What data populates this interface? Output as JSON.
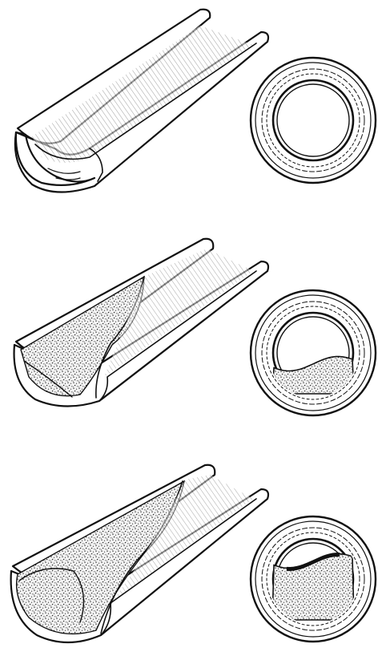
{
  "figure": {
    "kind": "line-illustration",
    "panels": [
      {
        "id": "stage-1",
        "plaque_fraction": 0.0
      },
      {
        "id": "stage-2",
        "plaque_fraction": 0.35
      },
      {
        "id": "stage-3",
        "plaque_fraction": 0.75
      }
    ],
    "colors": {
      "ink": "#111111",
      "background": "#ffffff",
      "plaque_dot": "#222222"
    }
  }
}
